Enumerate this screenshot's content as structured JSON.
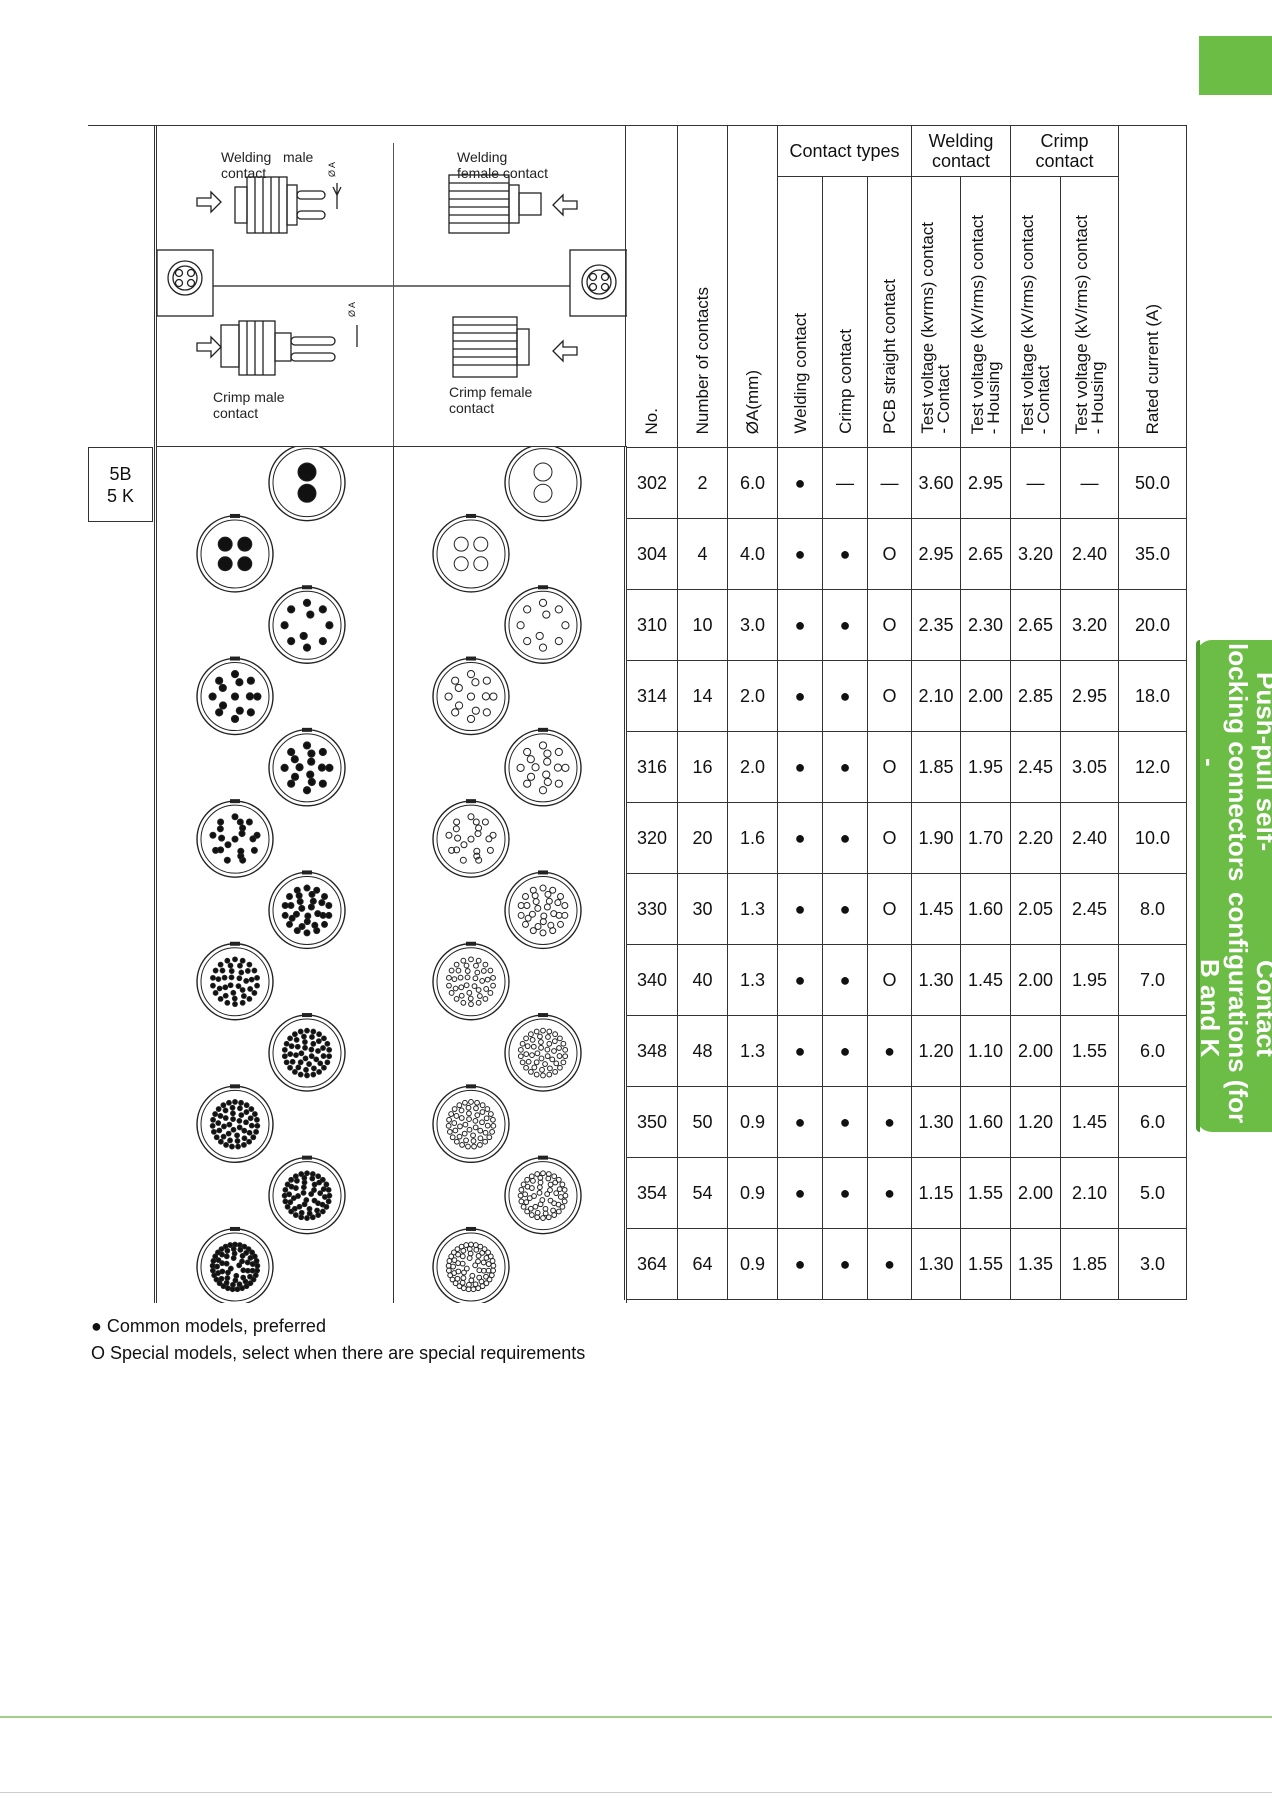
{
  "side_title": {
    "line1": "Push-pull self-locking connectors -",
    "line2": "Contact configurations (for B and K"
  },
  "diagram": {
    "welding_male": "Welding   male\ncontact",
    "welding_female": "Welding\nfemale contact",
    "crimp_male": "Crimp male\ncontact",
    "crimp_female": "Crimp female\ncontact",
    "dim_label": "Ø A"
  },
  "series_label": {
    "line1": "5B",
    "line2": "5 K"
  },
  "headers": {
    "no": "No.",
    "num_contacts": "Number of contacts",
    "dia": "ØA(mm)",
    "contact_types": "Contact types",
    "welding_contact": "Welding contact",
    "crimp_contact": "Crimp contact",
    "pcb": "PCB straight contact",
    "welding_group": "Welding contact",
    "crimp_group": "Crimp contact",
    "wc_test_contact": "Test voltage (kvrms) contact\n- Contact",
    "wc_test_housing": "Test voltage (kV/rms) contact\n- Housing",
    "cc_test_contact": "Test voltage (kV/rms) contact\n- Contact",
    "cc_test_housing": "Test voltage (kV/rms) contact\n- Housing",
    "rated_current": "Rated current (A)"
  },
  "rows": [
    {
      "no": "302",
      "n": "2",
      "dia": "6.0",
      "wc": "●",
      "cc": "—",
      "pcb": "—",
      "wtc": "3.60",
      "wth": "2.95",
      "ctc": "—",
      "cth": "—",
      "rc": "50.0",
      "pins": 2
    },
    {
      "no": "304",
      "n": "4",
      "dia": "4.0",
      "wc": "●",
      "cc": "●",
      "pcb": "O",
      "wtc": "2.95",
      "wth": "2.65",
      "ctc": "3.20",
      "cth": "2.40",
      "rc": "35.0",
      "pins": 4
    },
    {
      "no": "310",
      "n": "10",
      "dia": "3.0",
      "wc": "●",
      "cc": "●",
      "pcb": "O",
      "wtc": "2.35",
      "wth": "2.30",
      "ctc": "2.65",
      "cth": "3.20",
      "rc": "20.0",
      "pins": 10
    },
    {
      "no": "314",
      "n": "14",
      "dia": "2.0",
      "wc": "●",
      "cc": "●",
      "pcb": "O",
      "wtc": "2.10",
      "wth": "2.00",
      "ctc": "2.85",
      "cth": "2.95",
      "rc": "18.0",
      "pins": 14
    },
    {
      "no": "316",
      "n": "16",
      "dia": "2.0",
      "wc": "●",
      "cc": "●",
      "pcb": "O",
      "wtc": "1.85",
      "wth": "1.95",
      "ctc": "2.45",
      "cth": "3.05",
      "rc": "12.0",
      "pins": 16
    },
    {
      "no": "320",
      "n": "20",
      "dia": "1.6",
      "wc": "●",
      "cc": "●",
      "pcb": "O",
      "wtc": "1.90",
      "wth": "1.70",
      "ctc": "2.20",
      "cth": "2.40",
      "rc": "10.0",
      "pins": 20
    },
    {
      "no": "330",
      "n": "30",
      "dia": "1.3",
      "wc": "●",
      "cc": "●",
      "pcb": "O",
      "wtc": "1.45",
      "wth": "1.60",
      "ctc": "2.05",
      "cth": "2.45",
      "rc": "8.0",
      "pins": 30
    },
    {
      "no": "340",
      "n": "40",
      "dia": "1.3",
      "wc": "●",
      "cc": "●",
      "pcb": "O",
      "wtc": "1.30",
      "wth": "1.45",
      "ctc": "2.00",
      "cth": "1.95",
      "rc": "7.0",
      "pins": 40
    },
    {
      "no": "348",
      "n": "48",
      "dia": "1.3",
      "wc": "●",
      "cc": "●",
      "pcb": "●",
      "wtc": "1.20",
      "wth": "1.10",
      "ctc": "2.00",
      "cth": "1.55",
      "rc": "6.0",
      "pins": 48
    },
    {
      "no": "350",
      "n": "50",
      "dia": "0.9",
      "wc": "●",
      "cc": "●",
      "pcb": "●",
      "wtc": "1.30",
      "wth": "1.60",
      "ctc": "1.20",
      "cth": "1.45",
      "rc": "6.0",
      "pins": 50
    },
    {
      "no": "354",
      "n": "54",
      "dia": "0.9",
      "wc": "●",
      "cc": "●",
      "pcb": "●",
      "wtc": "1.15",
      "wth": "1.55",
      "ctc": "2.00",
      "cth": "2.10",
      "rc": "5.0",
      "pins": 54
    },
    {
      "no": "364",
      "n": "64",
      "dia": "0.9",
      "wc": "●",
      "cc": "●",
      "pcb": "●",
      "wtc": "1.30",
      "wth": "1.55",
      "ctc": "1.35",
      "cth": "1.85",
      "rc": "3.0",
      "pins": 64
    }
  ],
  "notes": {
    "preferred": "● Common models, preferred",
    "special": "O Special models, select when there are special requirements"
  },
  "colors": {
    "accent_green": "#6cbd45"
  }
}
